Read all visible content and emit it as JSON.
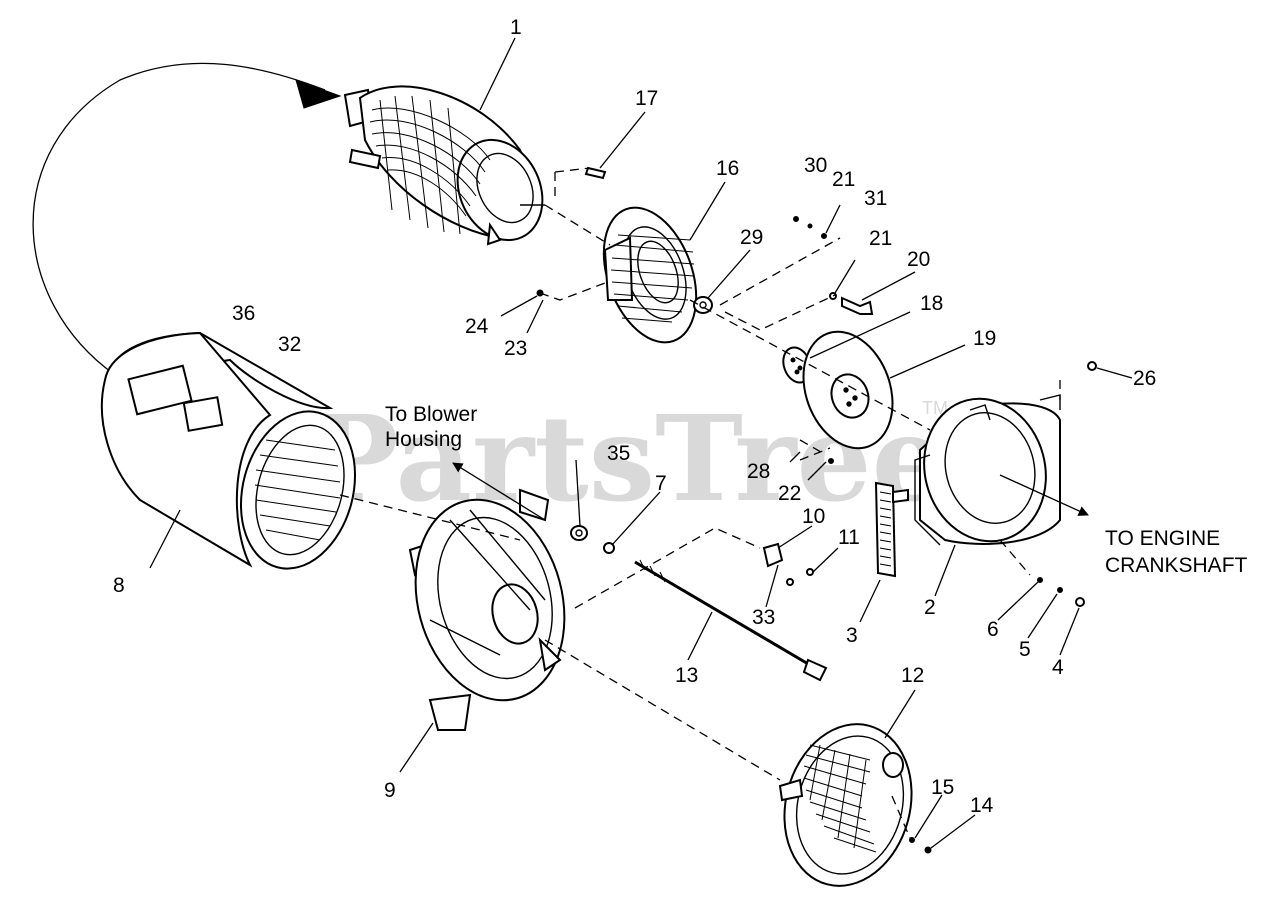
{
  "watermark": {
    "brand": "PartsTree",
    "trademark": "TM"
  },
  "notes": {
    "blower_line1": "To Blower",
    "blower_line2": "Housing",
    "engine_line1": "TO ENGINE",
    "engine_line2": "CRANKSHAFT"
  },
  "callouts": {
    "c1": "1",
    "c2": "2",
    "c3": "3",
    "c4": "4",
    "c5": "5",
    "c6": "6",
    "c7": "7",
    "c8": "8",
    "c9": "9",
    "c10": "10",
    "c11": "11",
    "c12": "12",
    "c13": "13",
    "c14": "14",
    "c15": "15",
    "c16": "16",
    "c17": "17",
    "c18": "18",
    "c19": "19",
    "c20": "20",
    "c21a": "21",
    "c21b": "21",
    "c22": "22",
    "c23": "23",
    "c24": "24",
    "c26": "26",
    "c28": "28",
    "c29": "29",
    "c30": "30",
    "c31": "31",
    "c32": "32",
    "c33": "33",
    "c35": "35",
    "c36": "36"
  }
}
